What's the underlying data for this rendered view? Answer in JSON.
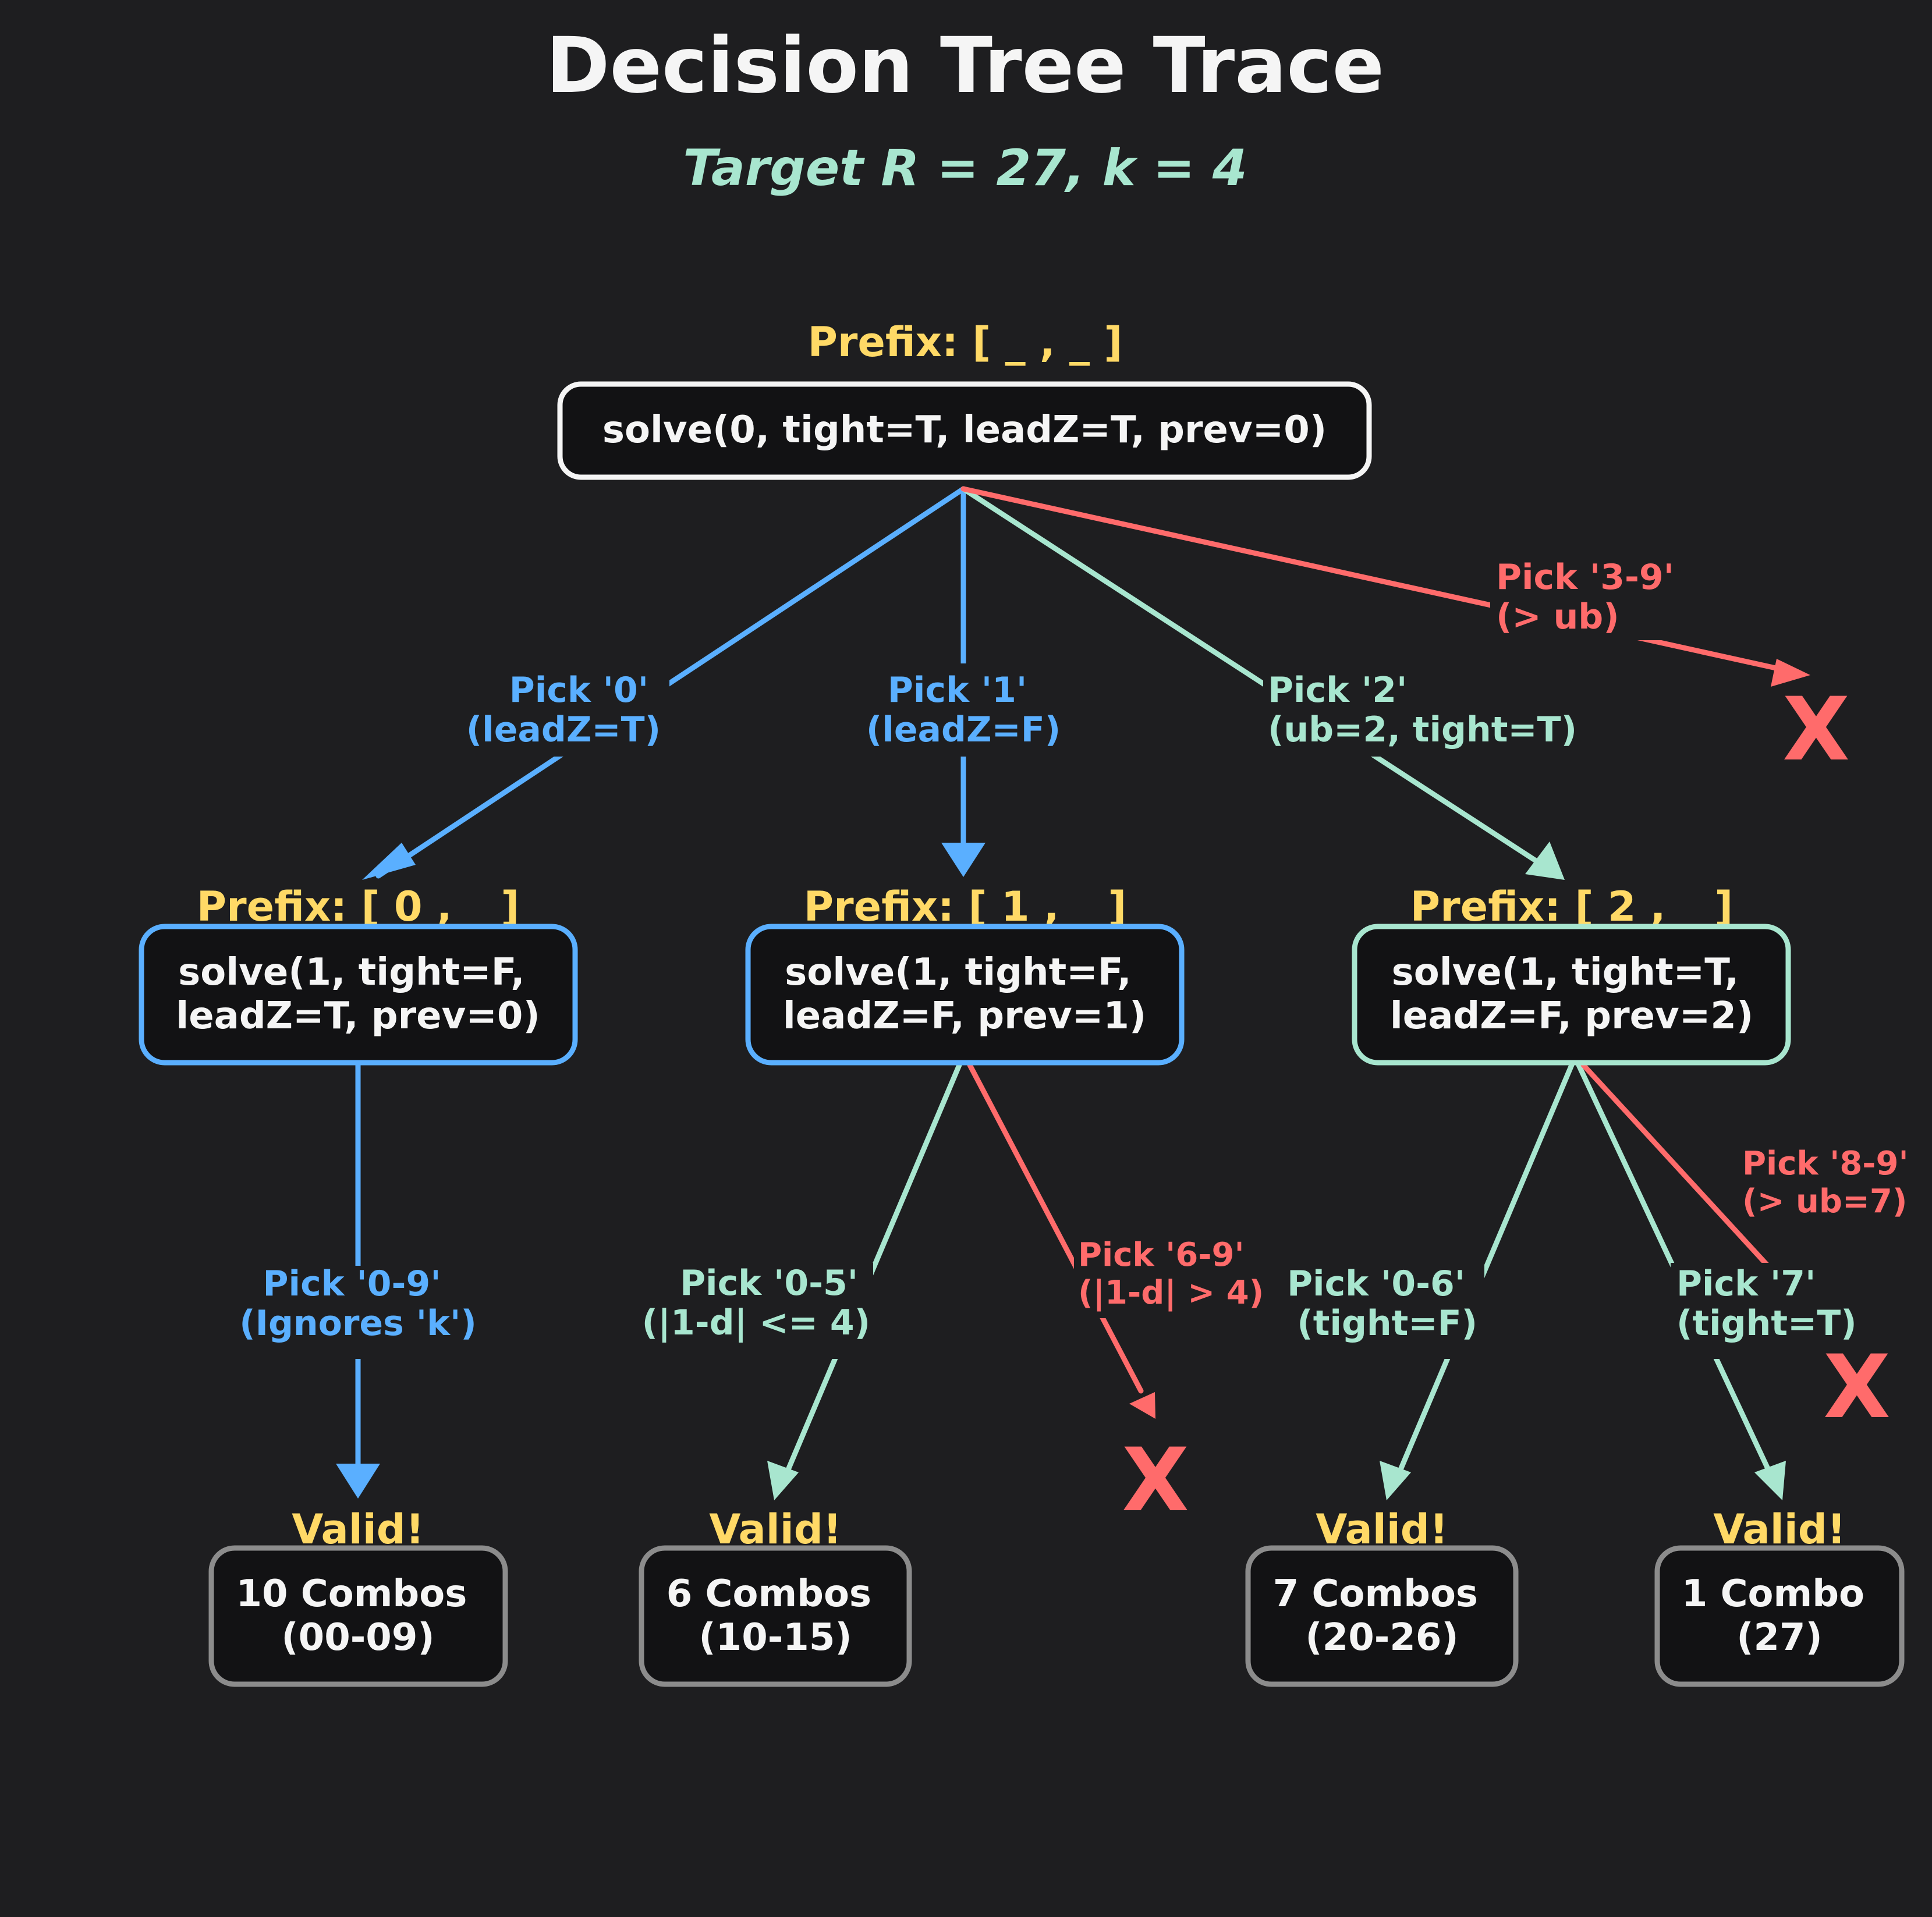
{
  "title": "Decision Tree Trace",
  "subtitle": "Target R = 27, k = 4",
  "colors": {
    "background": "#1e1e20",
    "blue": "#5aafff",
    "mint": "#a8e6cf",
    "red": "#ff6b6b",
    "yellow": "#ffd966",
    "root_border": "#f5f5f5",
    "leaf_border": "#8c8c8c"
  },
  "root": {
    "prefix": "Prefix: [ _ , _ ]",
    "lines": [
      "solve(0, tight=T, leadZ=T, prev=0)"
    ]
  },
  "level1": [
    {
      "prefix": "Prefix: [ 0 , _ ]",
      "lines": [
        "solve(1, tight=F,",
        "leadZ=T, prev=0)"
      ]
    },
    {
      "prefix": "Prefix: [ 1 , _ ]",
      "lines": [
        "solve(1, tight=F,",
        "leadZ=F, prev=1)"
      ]
    },
    {
      "prefix": "Prefix: [ 2 , _ ]",
      "lines": [
        "solve(1, tight=T,",
        "leadZ=F, prev=2)"
      ]
    }
  ],
  "leaves": [
    {
      "status": "Valid!",
      "lines": [
        "10 Combos",
        "(00-09)"
      ]
    },
    {
      "status": "Valid!",
      "lines": [
        "6 Combos",
        "(10-15)"
      ]
    },
    {
      "status": "Valid!",
      "lines": [
        "7 Combos",
        "(20-26)"
      ]
    },
    {
      "status": "Valid!",
      "lines": [
        "1 Combo",
        "(27)"
      ]
    }
  ],
  "edge_labels": {
    "root_pick0": [
      "Pick '0'",
      "(leadZ=T)"
    ],
    "root_pick1": [
      "Pick '1'",
      "(leadZ=F)"
    ],
    "root_pick2": [
      "Pick '2'",
      "(ub=2, tight=T)"
    ],
    "root_pick39": [
      "Pick '3-9'",
      "(> ub)"
    ],
    "n0_pick09": [
      "Pick '0-9'",
      "(Ignores 'k')"
    ],
    "n1_pick05": [
      "Pick '0-5'",
      "(|1-d| <= 4)"
    ],
    "n1_pick69": [
      "Pick '6-9'",
      "(|1-d| > 4)"
    ],
    "n2_pick06": [
      "Pick '0-6'",
      "(tight=F)"
    ],
    "n2_pick7": [
      "Pick '7'",
      "(tight=T)"
    ],
    "n2_pick89": [
      "Pick '8-9'",
      "(> ub=7)"
    ]
  },
  "pruned_mark": "X"
}
